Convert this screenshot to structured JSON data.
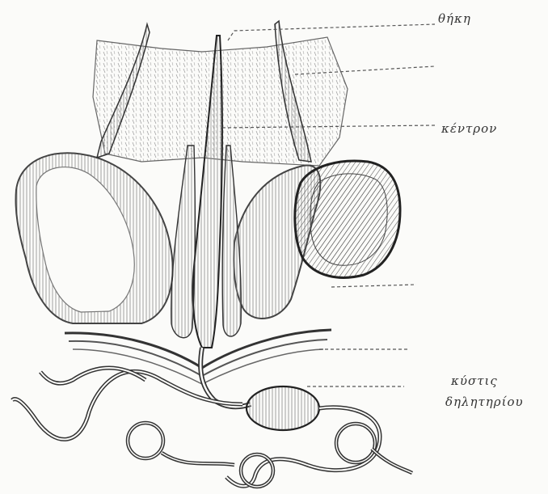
{
  "labels": {
    "theke": "θήκη",
    "kentron": "κέντρον",
    "kystis_line1": "κύστις",
    "kystis_line2": "δηλητηρίου"
  },
  "colors": {
    "ink": "#3a3a3a",
    "hatch": "#6a6a6a",
    "background": "#fbfbf9"
  }
}
